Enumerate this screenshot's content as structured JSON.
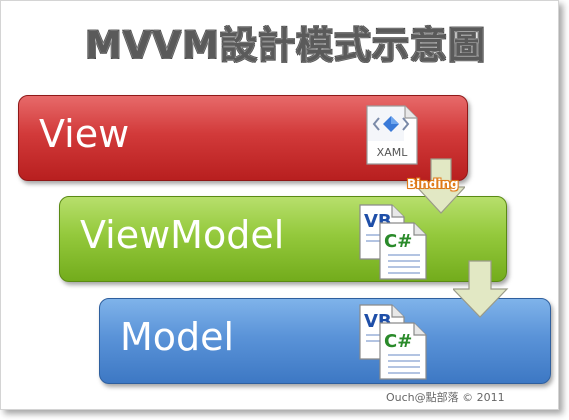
{
  "title": "MVVM設計模式示意圖",
  "layers": [
    {
      "label": "View",
      "icon": "xaml-file-icon"
    },
    {
      "label": "ViewModel",
      "icon": "vb-csharp-files-icon"
    },
    {
      "label": "Model",
      "icon": "vb-csharp-files-icon"
    }
  ],
  "icons": {
    "xaml_label": "XAML",
    "vb_label": "VB",
    "cs_label": "C#"
  },
  "connectors": {
    "binding_label": "Binding"
  },
  "credit": "Ouch@點部落 © 2011",
  "colors": {
    "view": "#d23a3a",
    "viewmodel": "#94c93c",
    "model": "#5a93d8",
    "arrow": "#e2e8c4",
    "binding": "#e07a17"
  }
}
